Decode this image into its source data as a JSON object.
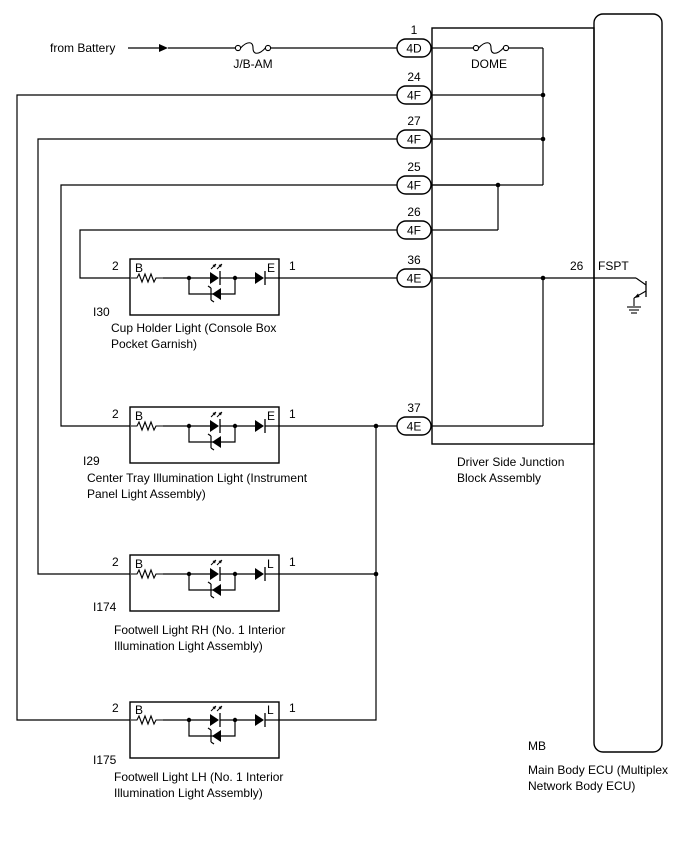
{
  "battery": {
    "label": "from Battery"
  },
  "fuses": {
    "jb_am": "J/B-AM",
    "dome": "DOME"
  },
  "connectors": [
    {
      "pin": "1",
      "code": "4D"
    },
    {
      "pin": "24",
      "code": "4F"
    },
    {
      "pin": "27",
      "code": "4F"
    },
    {
      "pin": "25",
      "code": "4F"
    },
    {
      "pin": "26",
      "code": "4F"
    },
    {
      "pin": "36",
      "code": "4E"
    },
    {
      "pin": "37",
      "code": "4E"
    }
  ],
  "junction_block": {
    "name_line1": "Driver Side Junction",
    "name_line2": "Block Assembly"
  },
  "ecu": {
    "pin": "26",
    "signal": "FSPT",
    "code": "MB",
    "name_line1": "Main Body ECU (Multiplex",
    "name_line2": "Network Body ECU)"
  },
  "lights": [
    {
      "code": "I30",
      "pin_left": "2",
      "pin_right": "1",
      "term_left": "B",
      "term_right": "E",
      "name_line1": "Cup Holder Light (Console Box",
      "name_line2": "Pocket Garnish)"
    },
    {
      "code": "I29",
      "pin_left": "2",
      "pin_right": "1",
      "term_left": "B",
      "term_right": "E",
      "name_line1": "Center Tray Illumination Light (Instrument",
      "name_line2": "Panel Light Assembly)"
    },
    {
      "code": "I174",
      "pin_left": "2",
      "pin_right": "1",
      "term_left": "B",
      "term_right": "L",
      "name_line1": "Footwell Light RH (No. 1 Interior",
      "name_line2": "Illumination Light Assembly)"
    },
    {
      "code": "I175",
      "pin_left": "2",
      "pin_right": "1",
      "term_left": "B",
      "term_right": "L",
      "name_line1": "Footwell Light LH (No. 1 Interior",
      "name_line2": "Illumination Light Assembly)"
    }
  ]
}
